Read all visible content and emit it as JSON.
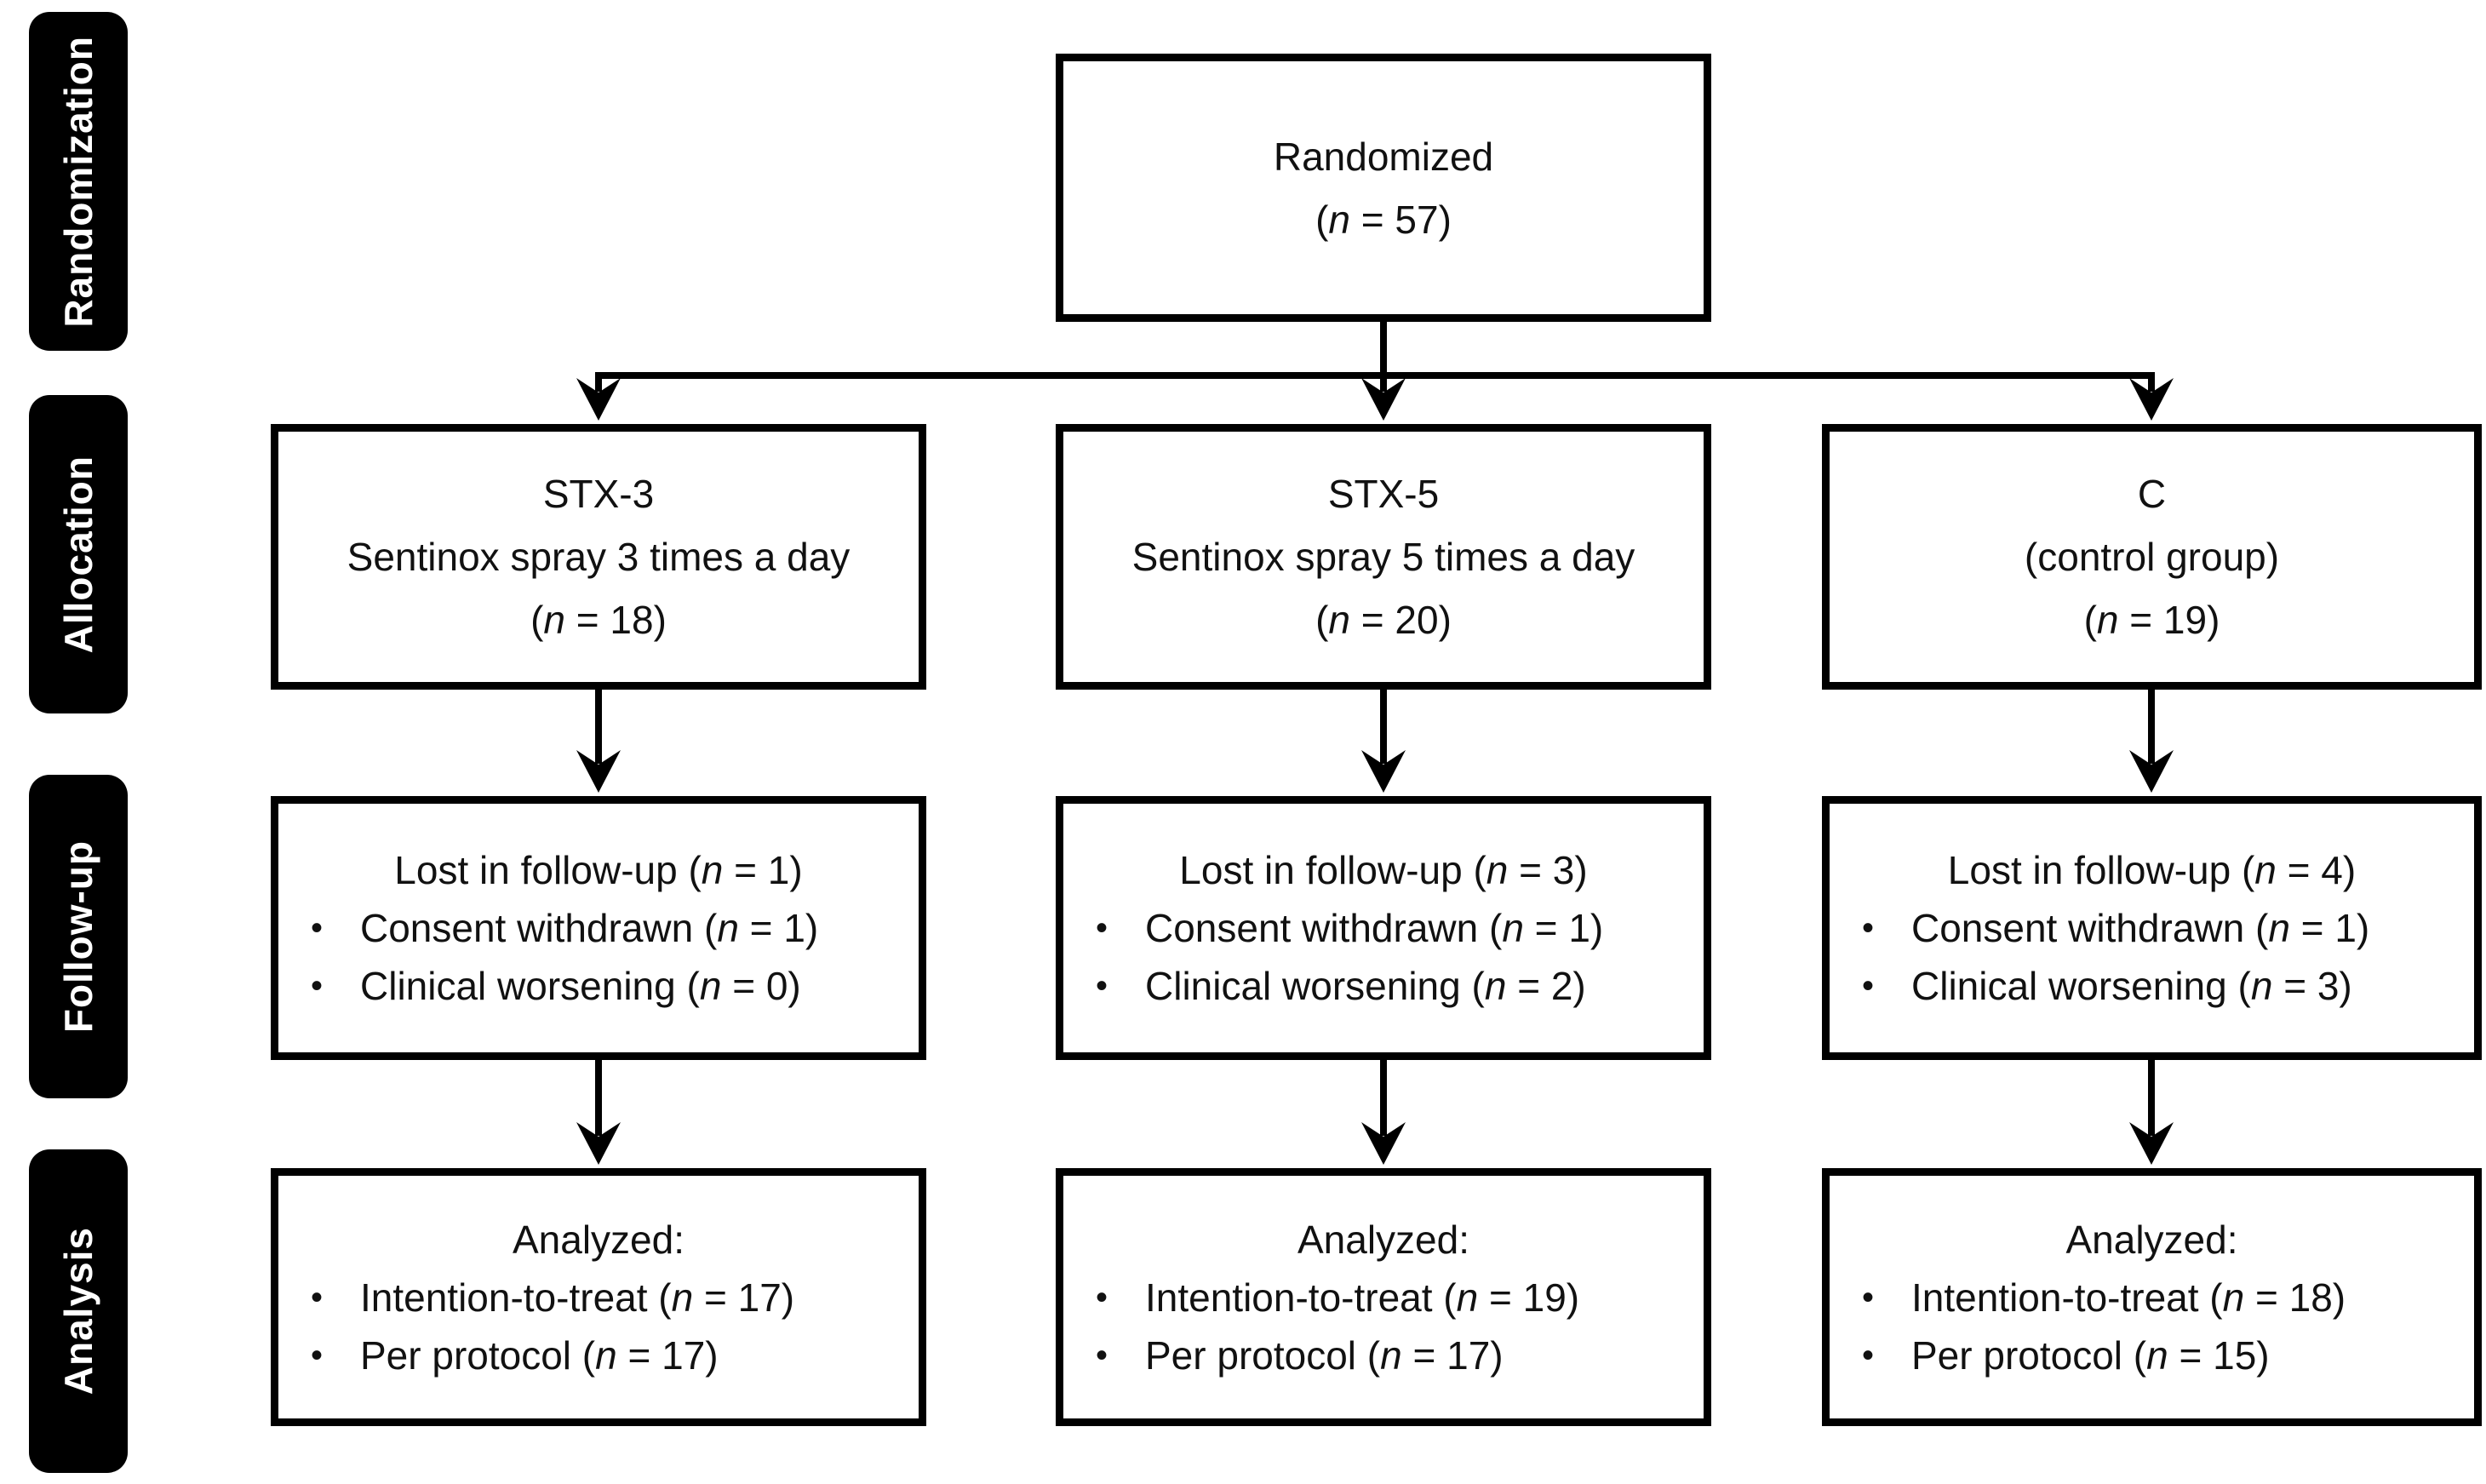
{
  "ui": {
    "bullet": "•"
  },
  "colors": {
    "background": "#ffffff",
    "box_border": "#000000",
    "box_background": "#ffffff",
    "tab_background": "#000000",
    "tab_text": "#ffffff",
    "text": "#111111",
    "arrow": "#000000"
  },
  "sidebar": {
    "labels": [
      "Randomization",
      "Allocation",
      "Follow-up",
      "Analysis"
    ]
  },
  "top_box": {
    "lines": [
      [
        {
          "t": "Randomized"
        }
      ],
      [
        {
          "t": "("
        },
        {
          "t": "n",
          "i": 1
        },
        {
          "t": " = 57)"
        }
      ]
    ]
  },
  "columns": [
    {
      "id": "stx3",
      "allocation": {
        "lines": [
          [
            {
              "t": "STX-3"
            }
          ],
          [
            {
              "t": "Sentinox spray 3 times a day"
            }
          ],
          [
            {
              "t": "("
            },
            {
              "t": "n",
              "i": 1
            },
            {
              "t": " = 18)"
            }
          ]
        ]
      },
      "followup": {
        "heading": [
          {
            "t": "Lost in follow-up ("
          },
          {
            "t": "n",
            "i": 1
          },
          {
            "t": " = 1)"
          }
        ],
        "bullets": [
          [
            {
              "t": "Consent withdrawn ("
            },
            {
              "t": "n",
              "i": 1
            },
            {
              "t": " = 1)"
            }
          ],
          [
            {
              "t": "Clinical worsening ("
            },
            {
              "t": "n",
              "i": 1
            },
            {
              "t": " = 0)"
            }
          ]
        ]
      },
      "analysis": {
        "heading": [
          {
            "t": "Analyzed:"
          }
        ],
        "bullets": [
          [
            {
              "t": "Intention-to-treat ("
            },
            {
              "t": "n",
              "i": 1
            },
            {
              "t": " = 17)"
            }
          ],
          [
            {
              "t": "Per protocol ("
            },
            {
              "t": "n",
              "i": 1
            },
            {
              "t": " = 17)"
            }
          ]
        ]
      }
    },
    {
      "id": "stx5",
      "allocation": {
        "lines": [
          [
            {
              "t": "STX-5"
            }
          ],
          [
            {
              "t": "Sentinox spray 5 times a day"
            }
          ],
          [
            {
              "t": "("
            },
            {
              "t": "n",
              "i": 1
            },
            {
              "t": " = 20)"
            }
          ]
        ]
      },
      "followup": {
        "heading": [
          {
            "t": "Lost in follow-up ("
          },
          {
            "t": "n",
            "i": 1
          },
          {
            "t": " = 3)"
          }
        ],
        "bullets": [
          [
            {
              "t": "Consent withdrawn ("
            },
            {
              "t": "n",
              "i": 1
            },
            {
              "t": " = 1)"
            }
          ],
          [
            {
              "t": "Clinical worsening ("
            },
            {
              "t": "n",
              "i": 1
            },
            {
              "t": " = 2)"
            }
          ]
        ]
      },
      "analysis": {
        "heading": [
          {
            "t": "Analyzed:"
          }
        ],
        "bullets": [
          [
            {
              "t": "Intention-to-treat ("
            },
            {
              "t": "n",
              "i": 1
            },
            {
              "t": " = 19)"
            }
          ],
          [
            {
              "t": "Per protocol ("
            },
            {
              "t": "n",
              "i": 1
            },
            {
              "t": " = 17)"
            }
          ]
        ]
      }
    },
    {
      "id": "control",
      "allocation": {
        "lines": [
          [
            {
              "t": "C"
            }
          ],
          [
            {
              "t": "(control group)"
            }
          ],
          [
            {
              "t": "("
            },
            {
              "t": "n",
              "i": 1
            },
            {
              "t": " = 19)"
            }
          ]
        ]
      },
      "followup": {
        "heading": [
          {
            "t": "Lost in follow-up ("
          },
          {
            "t": "n",
            "i": 1
          },
          {
            "t": " = 4)"
          }
        ],
        "bullets": [
          [
            {
              "t": "Consent withdrawn ("
            },
            {
              "t": "n",
              "i": 1
            },
            {
              "t": " = 1)"
            }
          ],
          [
            {
              "t": "Clinical worsening ("
            },
            {
              "t": "n",
              "i": 1
            },
            {
              "t": " = 3)"
            }
          ]
        ]
      },
      "analysis": {
        "heading": [
          {
            "t": "Analyzed:"
          }
        ],
        "bullets": [
          [
            {
              "t": "Intention-to-treat ("
            },
            {
              "t": "n",
              "i": 1
            },
            {
              "t": " = 18)"
            }
          ],
          [
            {
              "t": "Per protocol ("
            },
            {
              "t": "n",
              "i": 1
            },
            {
              "t": " = 15)"
            }
          ]
        ]
      }
    }
  ]
}
